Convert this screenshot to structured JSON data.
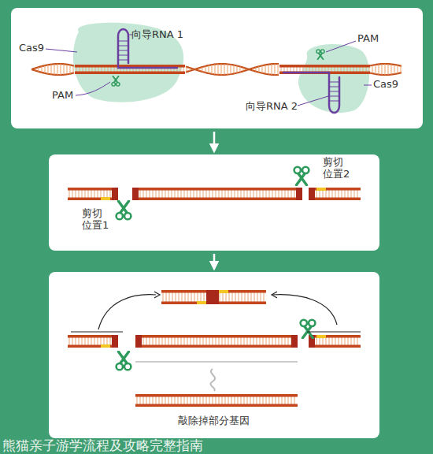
{
  "diagram": {
    "nodes": [
      {
        "text": [
          "向导RNA 1",
          "Cas9",
          "PAM",
          "PAM",
          "向导RNA 2",
          "Cas9"
        ]
      },
      {
        "text": [
          "剪切 位置2",
          "剪切 位置1"
        ]
      },
      {
        "text": [
          "敲除掉部分基因"
        ]
      }
    ],
    "edges": [
      {
        "from": 0,
        "to": 1,
        "arrow": "to"
      },
      {
        "from": 1,
        "to": 2,
        "arrow": "to"
      }
    ],
    "labels": [
      "熊猫亲子游学流程及攻略完整指南"
    ]
  }
}
